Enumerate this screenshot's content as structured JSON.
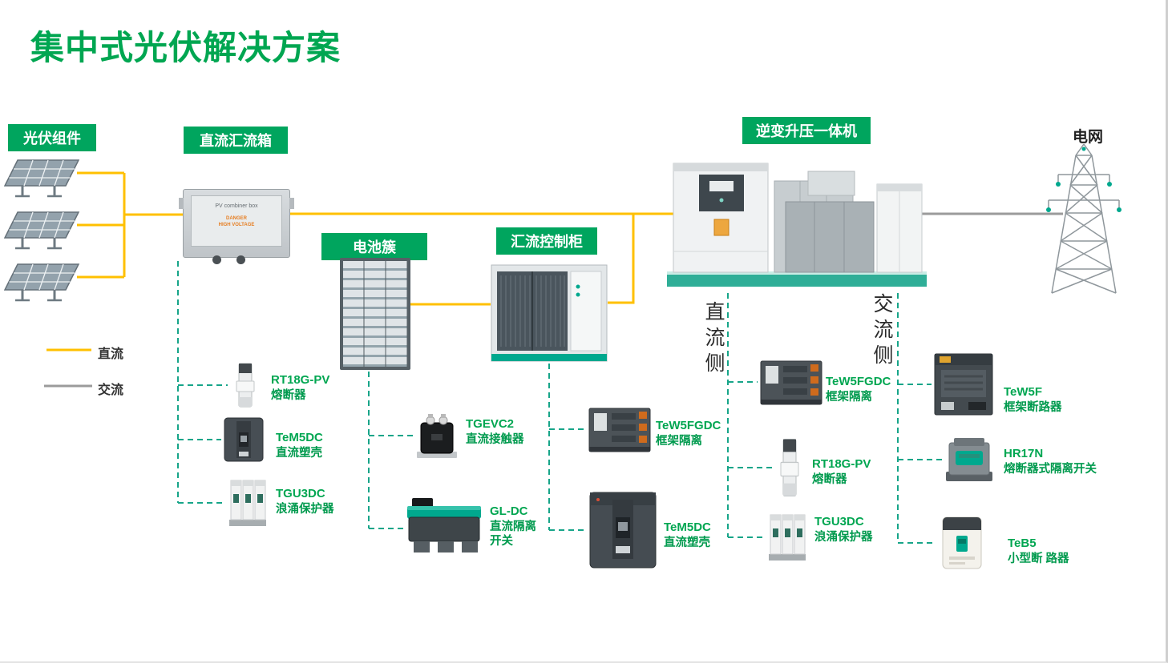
{
  "title": "集中式光伏解决方案",
  "labels": {
    "pv_modules": "光伏组件",
    "dc_combiner_box": "直流汇流箱",
    "battery_cluster": "电池簇",
    "combiner_control_cabinet": "汇流控制柜",
    "inverter_booster_unit": "逆变升压一体机",
    "grid": "电网",
    "dc_side": "直流侧",
    "ac_side": "交流侧"
  },
  "legend": {
    "dc_label": "直流",
    "ac_label": "交流"
  },
  "combiner_box": {
    "product_text": "PV combiner box",
    "danger_line1": "DANGER",
    "danger_line2": "HIGH VOLTAGE"
  },
  "components": [
    {
      "name": "RT18G-PV",
      "desc": "熔断器"
    },
    {
      "name": "TeM5DC",
      "desc": "直流塑壳"
    },
    {
      "name": "TGU3DC",
      "desc": "浪涌保护器"
    },
    {
      "name": "TGEVC2",
      "desc": "直流接触器"
    },
    {
      "name": "GL-DC",
      "desc": "直流隔离\n开关"
    },
    {
      "name": "TeW5FGDC",
      "desc": "框架隔离"
    },
    {
      "name": "TeM5DC",
      "desc": "直流塑壳"
    },
    {
      "name": "TeW5FGDC",
      "desc": "框架隔离"
    },
    {
      "name": "RT18G-PV",
      "desc": "熔断器"
    },
    {
      "name": "TGU3DC",
      "desc": "浪涌保护器"
    },
    {
      "name": "TeW5F",
      "desc": "框架断路器"
    },
    {
      "name": "HR17N",
      "desc": "熔断器式隔离开关"
    },
    {
      "name": "TeB5",
      "desc": "小型断 路器"
    }
  ],
  "colors": {
    "brand_green": "#00a651",
    "tag_green": "#00a55e",
    "dc_line_yellow": "#ffc000",
    "ac_line_gray": "#9b9b9b",
    "dashed_link_teal": "#17a589",
    "equipment_teal": "#00a88e",
    "danger_orange": "#e67e22"
  }
}
